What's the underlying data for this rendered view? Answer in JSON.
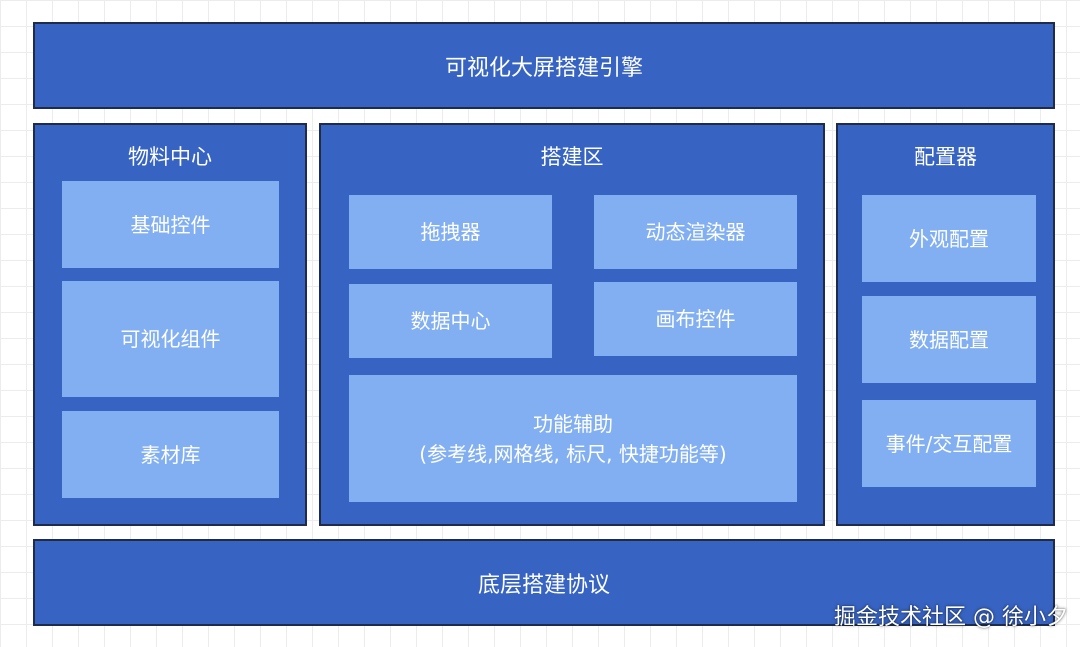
{
  "top_band": {
    "label": "可视化大屏搭建引擎"
  },
  "material_center": {
    "title": "物料中心",
    "items": [
      "基础控件",
      "可视化组件",
      "素材库"
    ]
  },
  "build_area": {
    "title": "搭建区",
    "items": [
      "拖拽器",
      "动态渲染器",
      "数据中心",
      "画布控件"
    ],
    "assist": {
      "line1": "功能辅助",
      "line2": "(参考线,网格线, 标尺, 快捷功能等)"
    }
  },
  "configurator": {
    "title": "配置器",
    "items": [
      "外观配置",
      "数据配置",
      "事件/交互配置"
    ]
  },
  "bottom_band": {
    "label": "底层搭建协议"
  },
  "watermark": "掘金技术社区 @ 徐小夕",
  "colors": {
    "block": "#3763c2",
    "tile": "#82aff2",
    "border": "#1e2b4a"
  }
}
